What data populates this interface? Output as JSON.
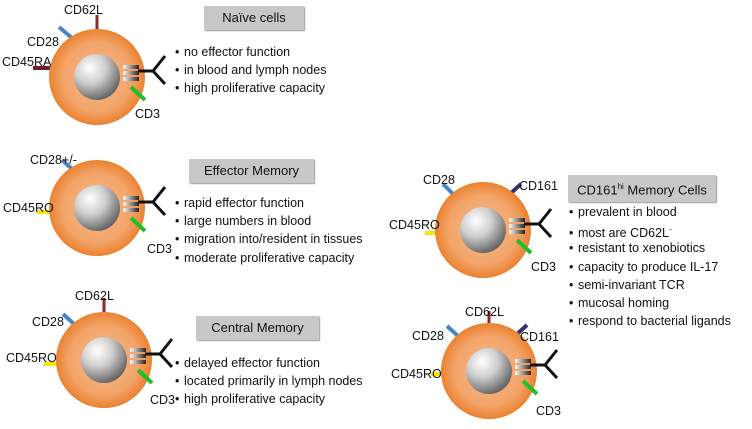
{
  "panels": [
    {
      "id": "naive",
      "title": "Naïve cells",
      "bullets": [
        "no effector function",
        "in blood and lymph nodes",
        "high proliferative capacity"
      ],
      "markers": {
        "cd28": "CD28",
        "cd62l": "CD62L",
        "cd45": "CD45RA",
        "cd3": "CD3"
      }
    },
    {
      "id": "effector",
      "title": "Effector Memory",
      "bullets": [
        "rapid effector function",
        "large numbers in blood",
        "migration into/resident in tissues",
        "moderate proliferative capacity"
      ],
      "markers": {
        "cd28": "CD28+/-",
        "cd45": "CD45RO",
        "cd3": "CD3"
      }
    },
    {
      "id": "central",
      "title": "Central Memory",
      "bullets": [
        "delayed effector function",
        "located primarily in lymph nodes",
        "high proliferative capacity"
      ],
      "markers": {
        "cd28": "CD28",
        "cd62l": "CD62L",
        "cd45": "CD45RO",
        "cd3": "CD3"
      }
    },
    {
      "id": "cd161",
      "title_main": "CD161",
      "title_sup": "hi",
      "title_rest": " Memory Cells",
      "bullets": [
        {
          "text": "prevalent in blood"
        },
        {
          "text": "most are CD62L",
          "sup": "-"
        },
        {
          "text": "resistant to xenobiotics"
        },
        {
          "text": "capacity to produce IL-17"
        },
        {
          "text": "semi-invariant TCR"
        },
        {
          "text": "mucosal homing"
        },
        {
          "text": "respond to bacterial ligands"
        }
      ],
      "markers_top": {
        "cd28": "CD28",
        "cd161": "CD161",
        "cd45": "CD45RO",
        "cd3": "CD3"
      },
      "markers_bottom": {
        "cd28": "CD28",
        "cd62l": "CD62L",
        "cd161": "CD161",
        "cd45": "CD45RO",
        "cd3": "CD3"
      }
    }
  ],
  "colors": {
    "cell_outer": "#ef8a3a",
    "cell_inner": "#f6b98a",
    "nucleus_light": "#f4f4f4",
    "nucleus_dark": "#6e6e6e",
    "cd28_blue": "#4a86c5",
    "cd62l_red": "#8b2a2a",
    "cd45_yellow": "#ffe600",
    "cd45ra_darkred": "#6e1f2b",
    "cd161_purple": "#3a2f6e",
    "cd3_green": "#1fbf2a",
    "tcr_black": "#111111",
    "title_box_gray": "#c8c8c8"
  }
}
